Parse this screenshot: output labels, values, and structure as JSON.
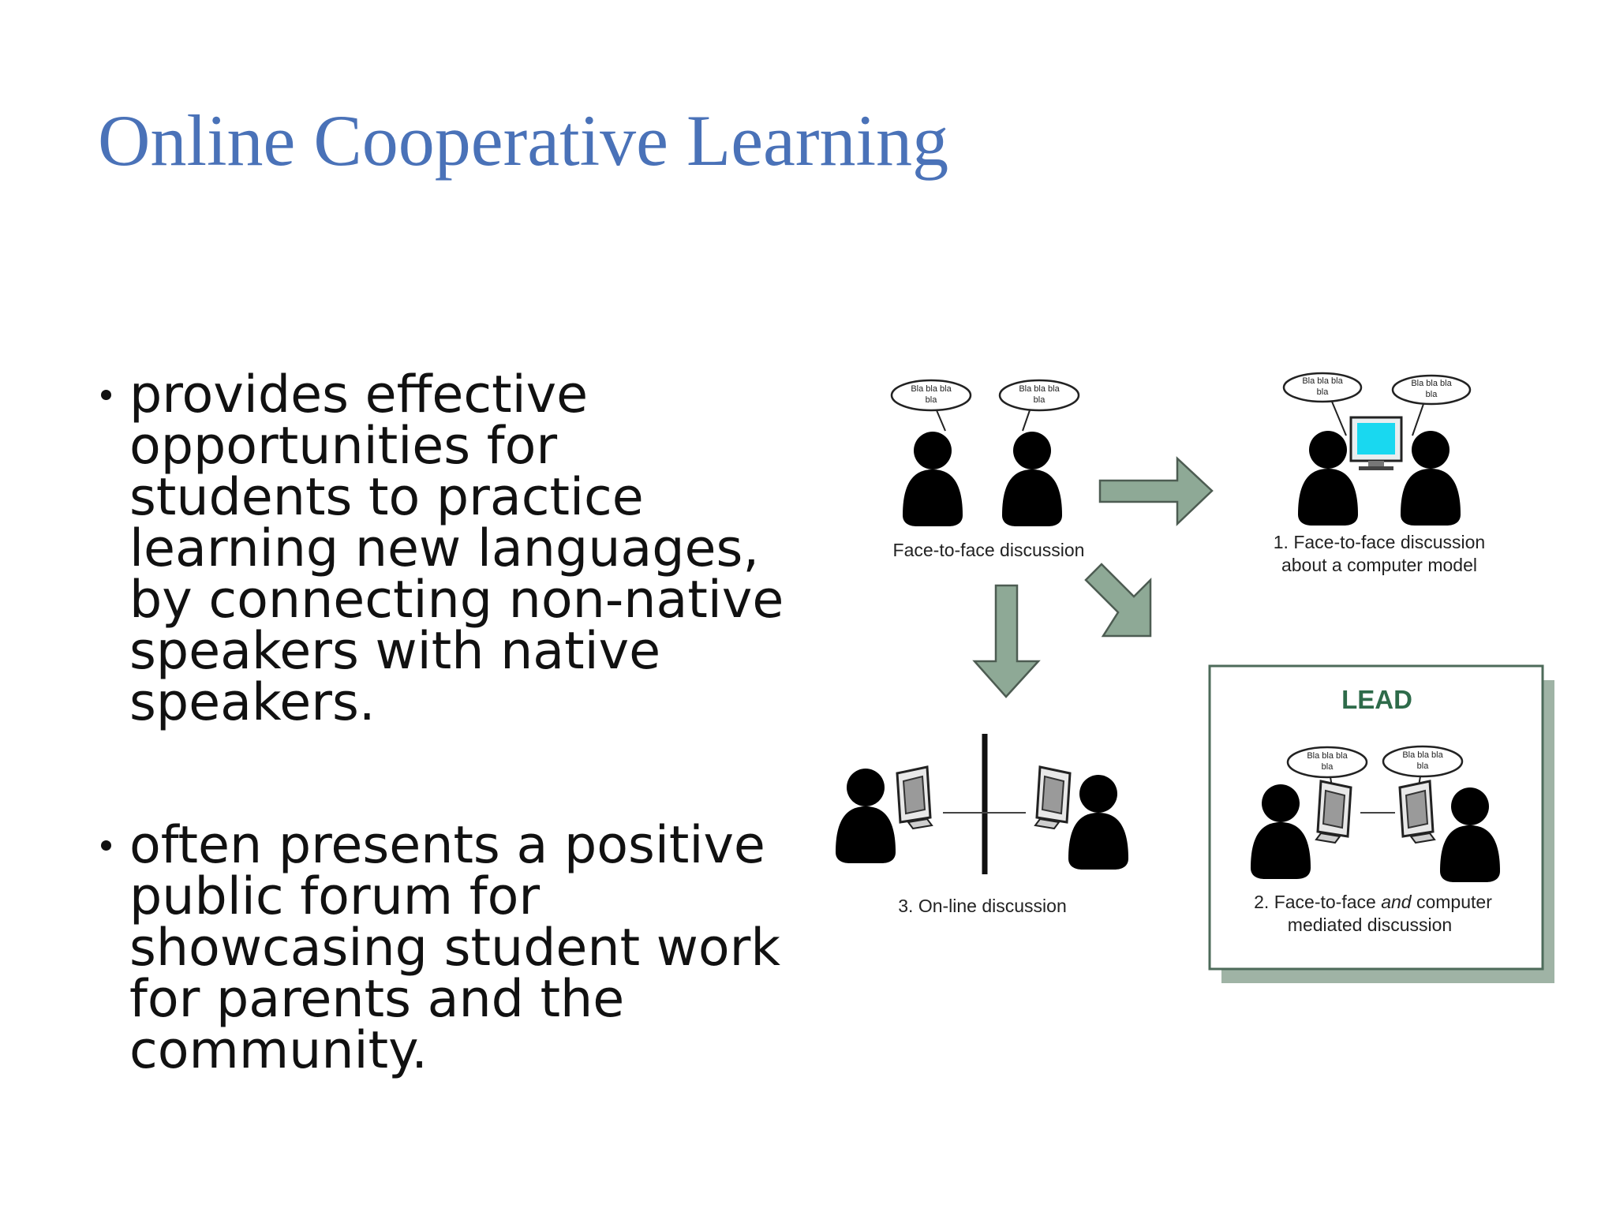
{
  "title": "Online Cooperative Learning",
  "bullets": [
    {
      "lines": [
        "provides effective",
        "opportunities for",
        "students to practice",
        "learning new languages,",
        "by connecting non-native",
        "speakers with native",
        "speakers."
      ]
    },
    {
      "lines": [
        "often presents a positive",
        "public forum for",
        "showcasing student work",
        "for parents and the",
        "community."
      ]
    }
  ],
  "diagram": {
    "bubble_text_line1": "Bla bla bla",
    "bubble_text_line2": "bla",
    "caption_face_to_face": "Face-to-face discussion",
    "caption_1_line1": "1. Face-to-face discussion",
    "caption_1_line2": "about a computer model",
    "lead_label": "LEAD",
    "caption_2_prefix": "2. Face-to-face ",
    "caption_2_and": "and",
    "caption_2_suffix": " computer",
    "caption_2_line2": "mediated discussion",
    "caption_3": "3. On-line discussion"
  },
  "colors": {
    "title": "#4a72b8",
    "arrow_fill": "#8ea996",
    "lead_text": "#2e6b4a",
    "lead_shadow": "#9fb3a5",
    "person_fill": "#aeaeb4",
    "monitor_screen": "#19d8f0"
  }
}
